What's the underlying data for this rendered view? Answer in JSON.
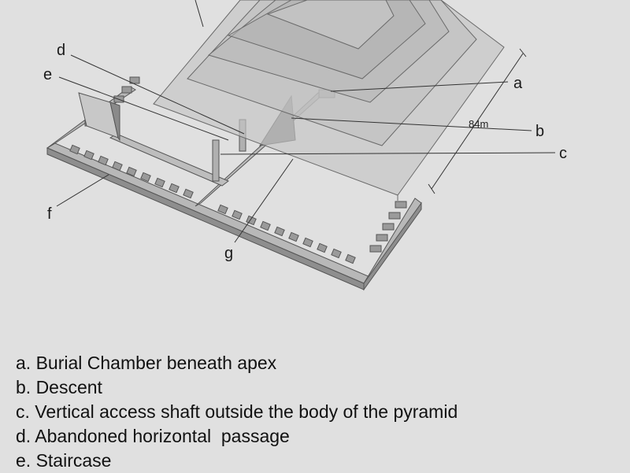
{
  "diagram": {
    "callouts": {
      "a": "a",
      "b": "b",
      "c": "c",
      "d": "d",
      "e": "e",
      "f": "f",
      "g": "g"
    },
    "dimension_label": "84m"
  },
  "legend": {
    "items": [
      "a. Burial Chamber beneath apex",
      "b. Descent",
      "c. Vertical access shaft outside the body of the pyramid",
      "d. Abandoned horizontal  passage",
      "e. Staircase"
    ]
  }
}
